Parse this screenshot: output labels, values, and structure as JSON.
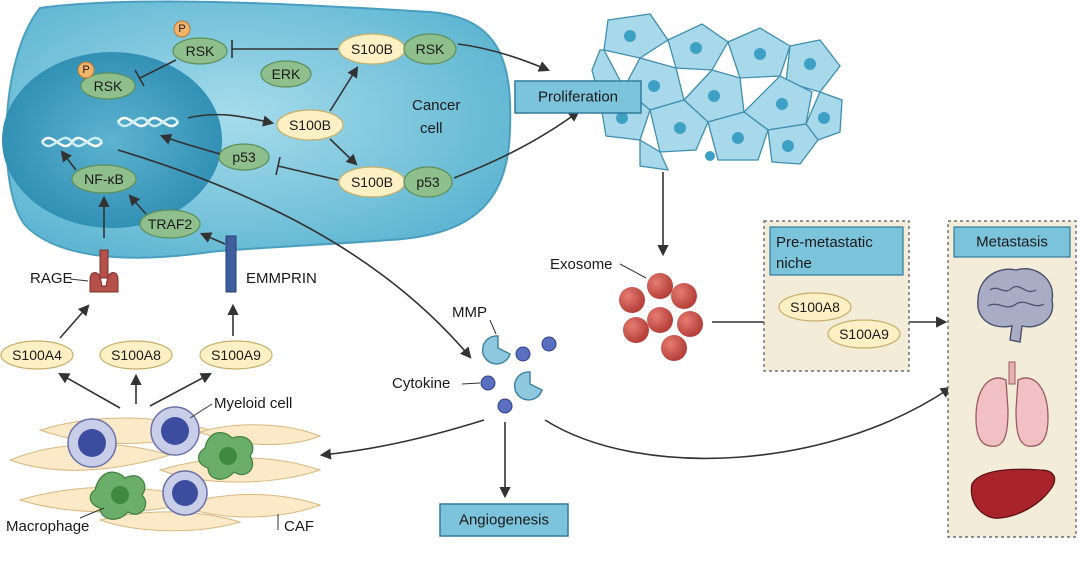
{
  "cancer_cell": {
    "label_line1": "Cancer",
    "label_line2": "cell",
    "p_marker": "P",
    "rsk_outer": "RSK",
    "rsk_inner": "RSK",
    "erk": "ERK",
    "s100b_center": "S100B",
    "s100b_rsk_a": "S100B",
    "s100b_rsk_b": "RSK",
    "s100b_p53_a": "S100B",
    "s100b_p53_b": "p53",
    "p53": "p53",
    "nfkb": "NF-κB",
    "traf2": "TRAF2"
  },
  "receptors": {
    "rage": "RAGE",
    "emmprin": "EMMPRIN"
  },
  "ligands": {
    "s100a4": "S100A4",
    "s100a8": "S100A8",
    "s100a9": "S100A9"
  },
  "stroma": {
    "myeloid_cell": "Myeloid cell",
    "macrophage": "Macrophage",
    "caf": "CAF"
  },
  "secreted": {
    "mmp": "MMP",
    "cytokine": "Cytokine"
  },
  "outcomes": {
    "proliferation": "Proliferation",
    "exosome": "Exosome",
    "angiogenesis": "Angiogenesis",
    "premetastatic_line1": "Pre-metastatic",
    "premetastatic_line2": "niche",
    "pm_s100a8": "S100A8",
    "pm_s100a9": "S100A9",
    "metastasis": "Metastasis"
  },
  "organ_icons": [
    "brain-icon",
    "lungs-icon",
    "liver-icon"
  ],
  "colors": {
    "cell_fill": "#7ec6dc",
    "nucleus_fill": "#4aa6c6",
    "yellow_pill": "#fcf0c4",
    "green_pill": "#8fbf8c",
    "box_fill": "#7cc4dc",
    "exosome": "#c0504d",
    "panel_fill": "#f2ecd8"
  }
}
